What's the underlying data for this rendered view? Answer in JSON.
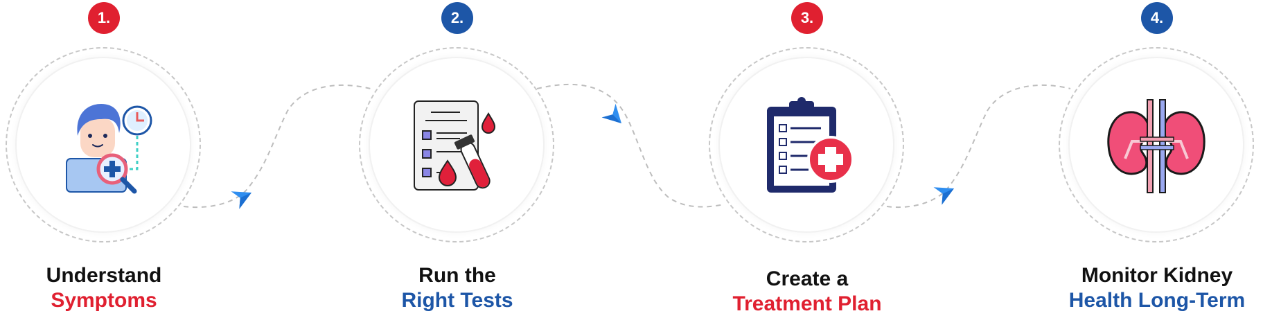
{
  "colors": {
    "red": "#e02030",
    "blue": "#1d56a7",
    "dash": "#bdbdbd",
    "arrow": "#2f8ef0"
  },
  "steps": [
    {
      "number": "1.",
      "line1": "Understand",
      "line2": "Symptoms",
      "accent": "red",
      "icon": "doctor-magnifier-icon"
    },
    {
      "number": "2.",
      "line1": "Run the",
      "line2": "Right Tests",
      "accent": "blue",
      "icon": "blood-test-icon"
    },
    {
      "number": "3.",
      "line1": "Create a",
      "line2": "Treatment Plan",
      "accent": "red",
      "icon": "clipboard-medical-icon"
    },
    {
      "number": "4.",
      "line1": "Monitor Kidney",
      "line2": "Health Long-Term",
      "accent": "blue",
      "icon": "kidneys-icon"
    }
  ]
}
